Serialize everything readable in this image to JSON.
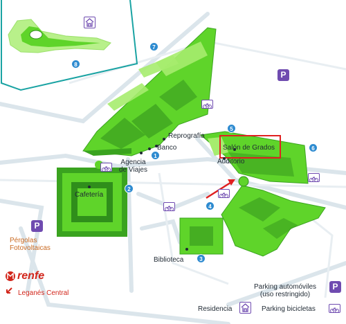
{
  "map": {
    "labels": {
      "reprografia": "Reprografía",
      "banco": "Banco",
      "agencia": "Agencia\nde Viajes",
      "cafeteria": "Cafetería",
      "salon": "Salón de Grados",
      "auditorio": "Auditorio",
      "biblioteca": "Biblioteca",
      "pergolas": "Pérgolas\nFotovoltaicas"
    },
    "building_numbers": [
      "1",
      "2",
      "3",
      "4",
      "5",
      "6",
      "7",
      "8"
    ],
    "parking_symbol": "P",
    "highlighted_building": "Salón de Grados",
    "colors": {
      "building": "#5fd42a",
      "building_dark": "#2f8e1b",
      "road": "#d9e4ea",
      "number_badge": "#2e8bd0",
      "parking": "#6f4bb0",
      "boundary": "#1aa3a3",
      "highlight": "#e02020"
    }
  },
  "transit": {
    "logo_text": "renfe",
    "station": "Leganés Central"
  },
  "legend": {
    "parking_cars": "Parking automóviles\n(uso restringido)",
    "residence": "Residencia",
    "parking_bikes": "Parking bicicletas"
  }
}
